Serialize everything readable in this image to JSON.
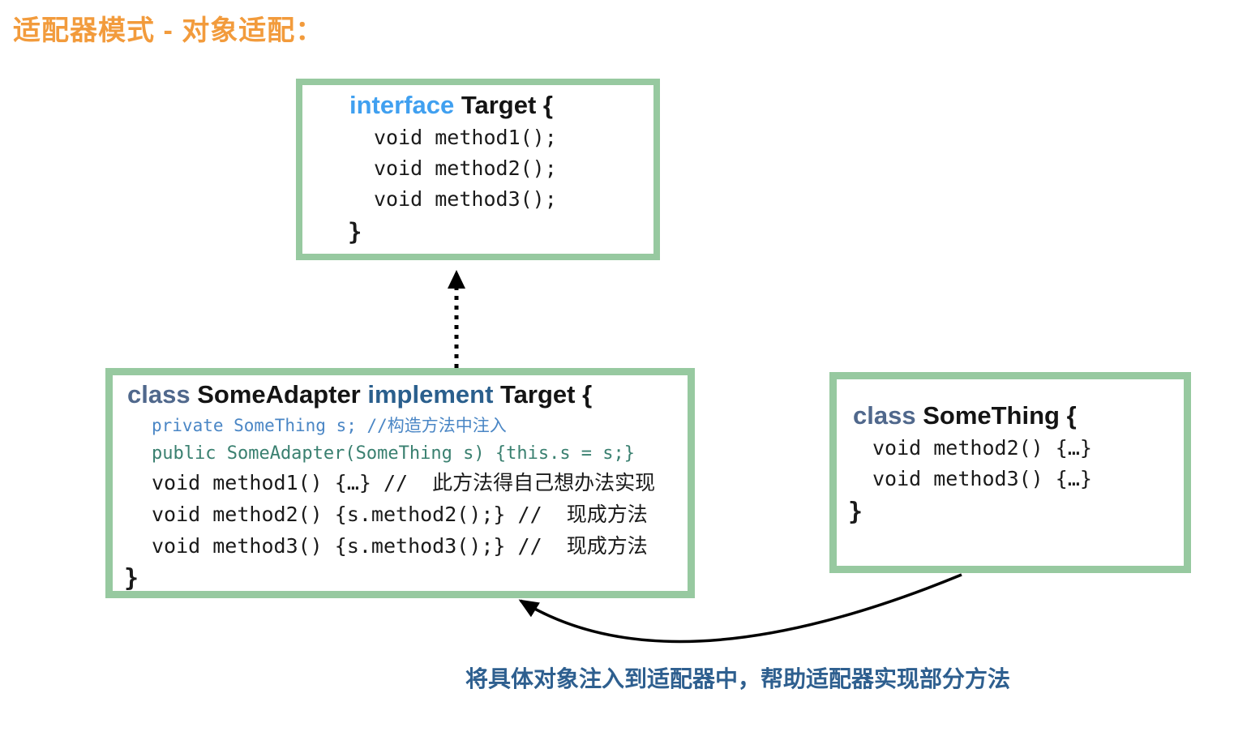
{
  "page": {
    "title": "适配器模式 - 对象适配："
  },
  "colors": {
    "title_orange": "#F29B3C",
    "box_border_green": "#97C9A0",
    "interface_keyword_blue": "#40A0F0",
    "class_keyword_slate": "#50688C",
    "implement_keyword_steel": "#2A5F8D",
    "private_line_blue": "#4A86C5",
    "public_line_teal": "#3A8070",
    "caption_blue": "#2E5F8F",
    "code_black": "#1a1a1a",
    "arrow_black": "#000000"
  },
  "target_box": {
    "keyword": "interface",
    "title": "Target {",
    "lines": [
      "void method1();",
      "void method2();",
      "void method3();"
    ],
    "closing_brace": "}"
  },
  "adapter_box": {
    "keyword": "class",
    "class_name": "SomeAdapter",
    "keyword2": "implement",
    "interface_name": "Target {",
    "line_private": "private SomeThing s; //构造方法中注入",
    "line_public": "public SomeAdapter(SomeThing s) {this.s = s;}",
    "line_method1": "void method1() {…} //  此方法得自己想办法实现",
    "line_method2": "void method2() {s.method2();} //  现成方法",
    "line_method3": "void method3() {s.method3();} //  现成方法",
    "closing_brace": "}"
  },
  "something_box": {
    "keyword": "class",
    "title": "SomeThing {",
    "lines": [
      "void method2() {…}",
      "void method3() {…}"
    ],
    "closing_brace": "}"
  },
  "caption": "将具体对象注入到适配器中，帮助适配器实现部分方法",
  "arrows": {
    "inheritance_arrow": "dashed arrow from SomeAdapter up to Target (implements)",
    "injection_arrow": "curved arrow from SomeThing into SomeAdapter (object injection)"
  }
}
